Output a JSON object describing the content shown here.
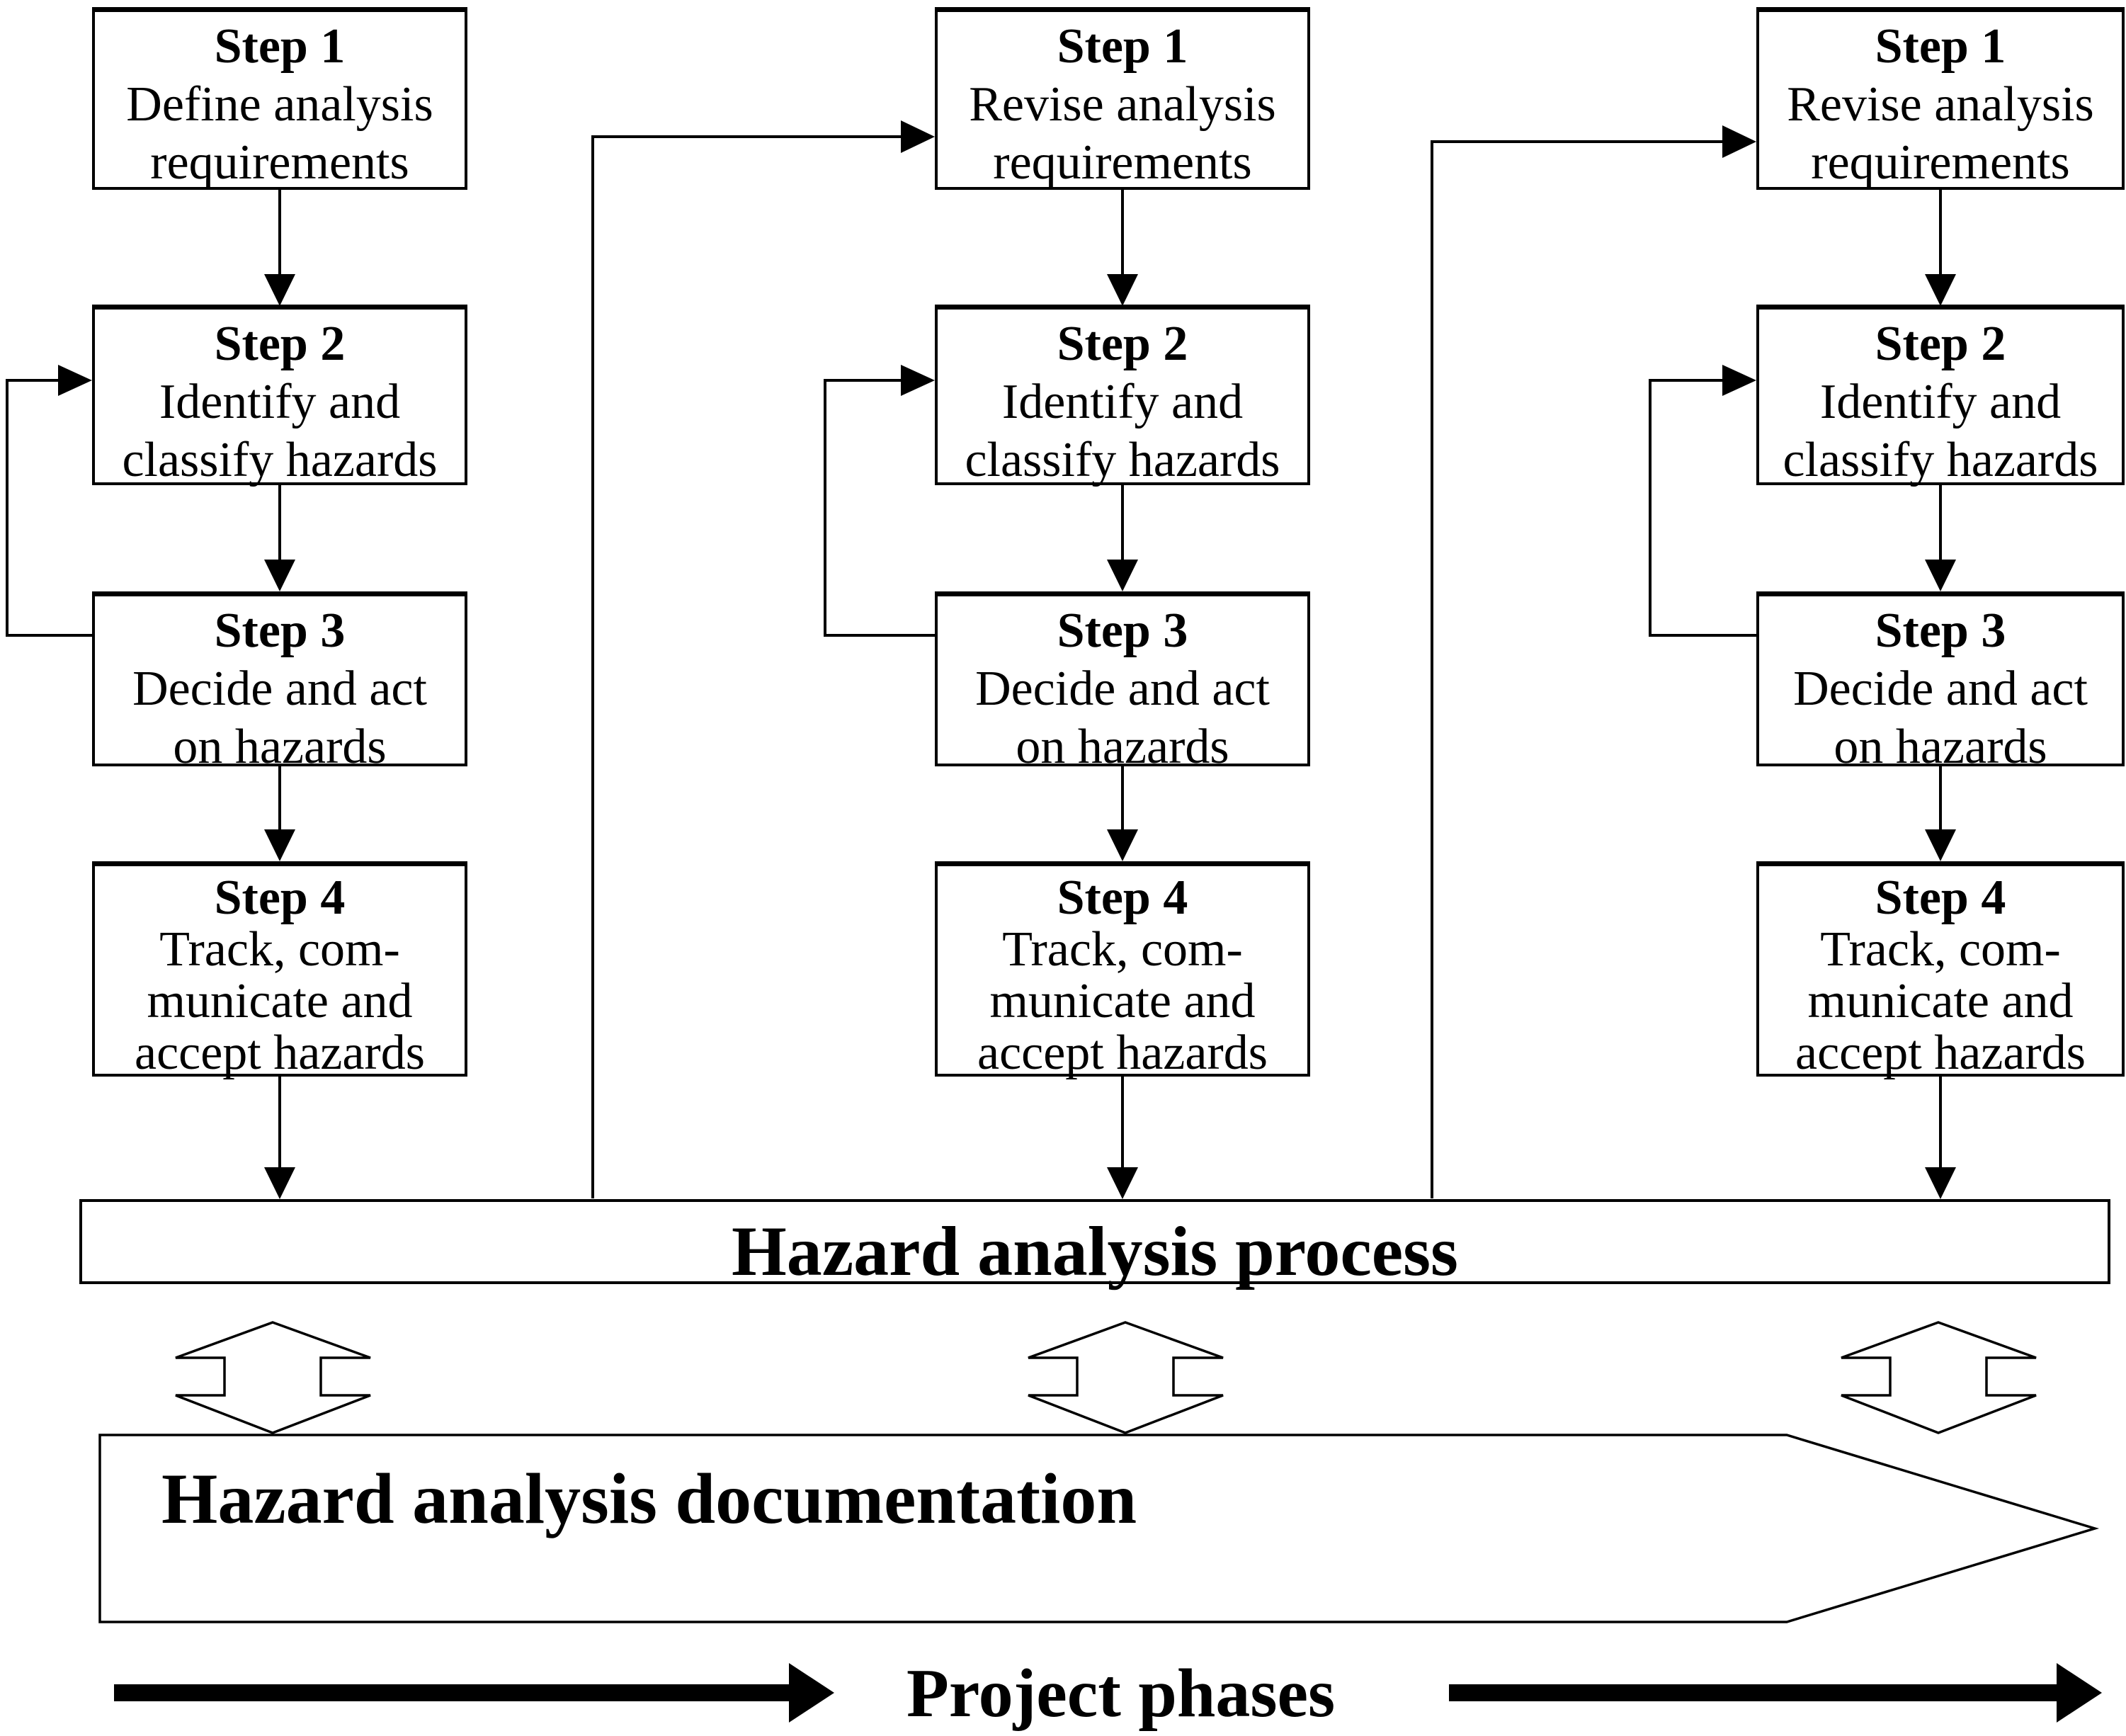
{
  "columns": [
    {
      "steps": [
        {
          "title": "Step 1",
          "lines": [
            "Define analysis",
            "requirements"
          ]
        },
        {
          "title": "Step 2",
          "lines": [
            "Identify and",
            "classify hazards"
          ]
        },
        {
          "title": "Step 3",
          "lines": [
            "Decide and act",
            "on hazards"
          ]
        },
        {
          "title": "Step 4",
          "lines": [
            "Track, com-",
            "municate and",
            "accept hazards"
          ]
        }
      ]
    },
    {
      "steps": [
        {
          "title": "Step 1",
          "lines": [
            "Revise analysis",
            "requirements"
          ]
        },
        {
          "title": "Step 2",
          "lines": [
            "Identify and",
            "classify hazards"
          ]
        },
        {
          "title": "Step 3",
          "lines": [
            "Decide and act",
            "on hazards"
          ]
        },
        {
          "title": "Step 4",
          "lines": [
            "Track, com-",
            "municate and",
            "accept hazards"
          ]
        }
      ]
    },
    {
      "steps": [
        {
          "title": "Step 1",
          "lines": [
            "Revise analysis",
            "requirements"
          ]
        },
        {
          "title": "Step 2",
          "lines": [
            "Identify and",
            "classify hazards"
          ]
        },
        {
          "title": "Step 3",
          "lines": [
            "Decide and act",
            "on hazards"
          ]
        },
        {
          "title": "Step 4",
          "lines": [
            "Track, com-",
            "municate and",
            "accept hazards"
          ]
        }
      ]
    }
  ],
  "banners": {
    "process": "Hazard analysis process",
    "documentation": "Hazard analysis documentation",
    "project_phases": "Project phases"
  },
  "colors": {
    "line": "#000000",
    "background": "#ffffff",
    "text": "#000000"
  }
}
